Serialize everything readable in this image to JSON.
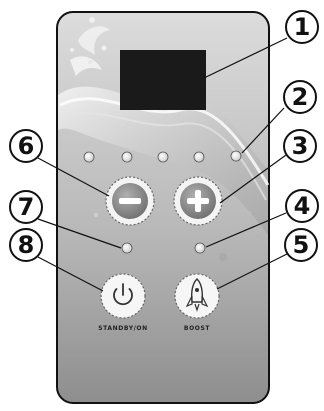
{
  "panel": {
    "display_label": "",
    "buttons": {
      "minus_symbol": "−",
      "plus_symbol": "+",
      "standby_label": "STANDBY/ON",
      "boost_label": "BOOST"
    },
    "icons": {
      "standby": "power-icon",
      "boost": "rocket-icon"
    },
    "indicator_count": 5
  },
  "callouts": [
    "1",
    "2",
    "3",
    "4",
    "5",
    "6",
    "7",
    "8"
  ],
  "colors": {
    "panel_top": "#d9d9d9",
    "panel_bottom": "#8f8f8f",
    "display": "#1a1a1a",
    "button_fill": "#8a8a8a",
    "button_ring": "#f2f2f2",
    "outline": "#111111"
  }
}
